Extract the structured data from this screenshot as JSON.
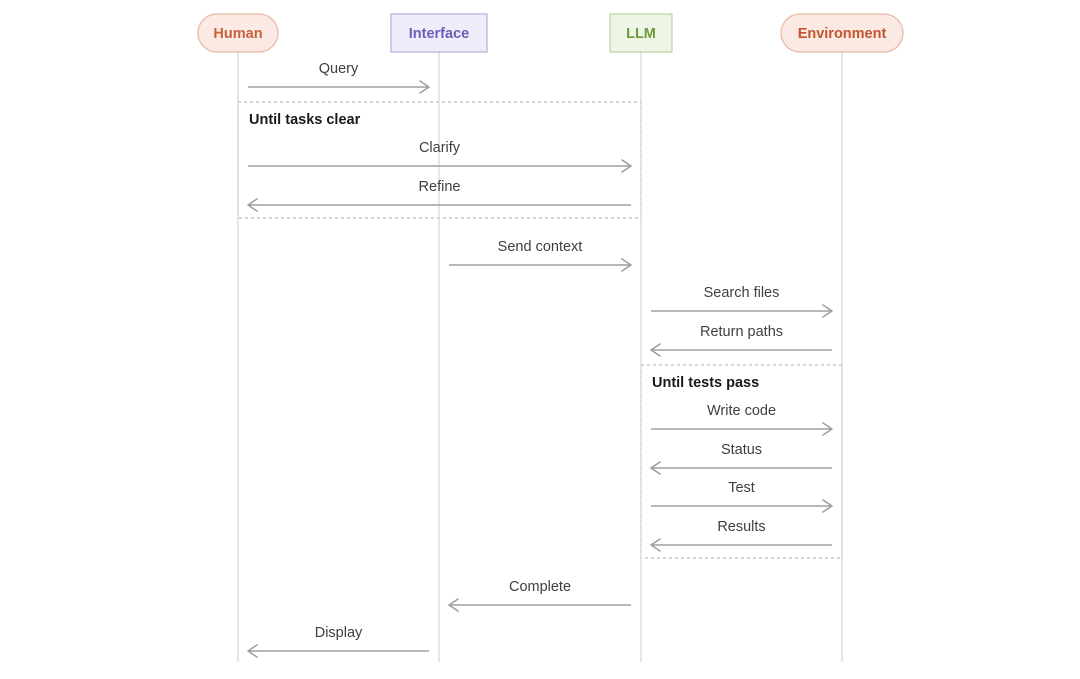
{
  "actors": [
    {
      "id": "human",
      "label": "Human",
      "shape": "pill",
      "fill": "#fbeae3",
      "stroke": "#e8b9a6",
      "text_color": "#c9603c"
    },
    {
      "id": "interface",
      "label": "Interface",
      "shape": "rect",
      "fill": "#eeedf9",
      "stroke": "#b9b4de",
      "text_color": "#6a5fb8"
    },
    {
      "id": "llm",
      "label": "LLM",
      "shape": "rect",
      "fill": "#eef5e7",
      "stroke": "#bdd5a6",
      "text_color": "#6c9a3a"
    },
    {
      "id": "environment",
      "label": "Environment",
      "shape": "pill",
      "fill": "#fbeae3",
      "stroke": "#e8b9a6",
      "text_color": "#c2542e"
    }
  ],
  "loops": [
    {
      "label": "Until tasks clear",
      "from": "human",
      "to": "llm"
    },
    {
      "label": "Until tests pass",
      "from": "llm",
      "to": "environment"
    }
  ],
  "messages": [
    {
      "label": "Query",
      "from": "human",
      "to": "interface"
    },
    {
      "label": "Clarify",
      "from": "human",
      "to": "llm"
    },
    {
      "label": "Refine",
      "from": "llm",
      "to": "human"
    },
    {
      "label": "Send context",
      "from": "interface",
      "to": "llm"
    },
    {
      "label": "Search files",
      "from": "llm",
      "to": "environment"
    },
    {
      "label": "Return paths",
      "from": "environment",
      "to": "llm"
    },
    {
      "label": "Write code",
      "from": "llm",
      "to": "environment"
    },
    {
      "label": "Status",
      "from": "environment",
      "to": "llm"
    },
    {
      "label": "Test",
      "from": "llm",
      "to": "environment"
    },
    {
      "label": "Results",
      "from": "environment",
      "to": "llm"
    },
    {
      "label": "Complete",
      "from": "llm",
      "to": "interface"
    },
    {
      "label": "Display",
      "from": "interface",
      "to": "human"
    }
  ]
}
